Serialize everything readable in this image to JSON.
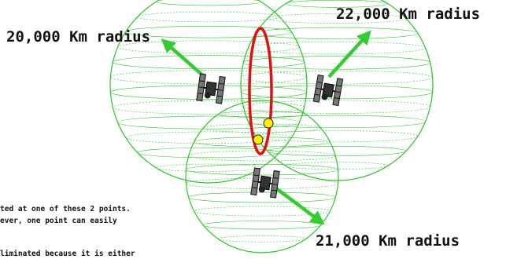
{
  "labels": {
    "left_radius": "20,000 Km radius",
    "right_radius": "22,000 Km radius",
    "bottom_radius": "21,000 Km radius"
  },
  "note": {
    "line1": "ted at one of these 2 points.",
    "line2": "ever, one point can easily",
    "line3": "liminated because it is either"
  },
  "colors": {
    "sphere": "#2cc42c",
    "arrow": "#33cc33",
    "intersection": "#dd1111",
    "point": "#ffee00"
  },
  "icons": [
    "satellite-icon",
    "satellite-icon",
    "satellite-icon"
  ]
}
